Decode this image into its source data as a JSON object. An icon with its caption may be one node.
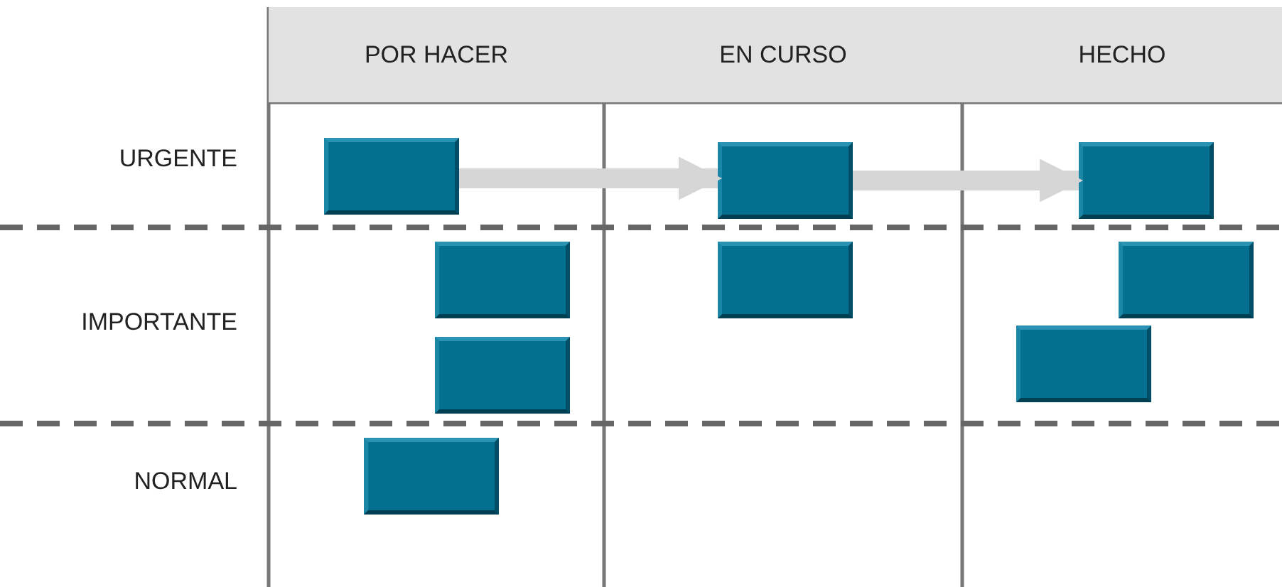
{
  "diagram": {
    "nodes": [
      {
        "text": [
          "POR HACER"
        ]
      },
      {
        "text": [
          "EN CURSO"
        ]
      },
      {
        "text": [
          "HECHO"
        ]
      },
      {
        "text": [],
        "shape": "box"
      },
      {
        "text": [],
        "shape": "box"
      },
      {
        "text": [],
        "shape": "box"
      },
      {
        "text": [],
        "shape": "box"
      },
      {
        "text": [],
        "shape": "box"
      },
      {
        "text": [],
        "shape": "box"
      },
      {
        "text": [],
        "shape": "box"
      },
      {
        "text": [],
        "shape": "box"
      },
      {
        "text": [],
        "shape": "box"
      }
    ],
    "edges": [
      {
        "from": 3,
        "to": 4,
        "arrow": "to"
      },
      {
        "from": 4,
        "to": 5,
        "arrow": "to"
      }
    ],
    "labels": [
      "URGENTE",
      "IMPORTANTE",
      "NORMAL"
    ]
  }
}
